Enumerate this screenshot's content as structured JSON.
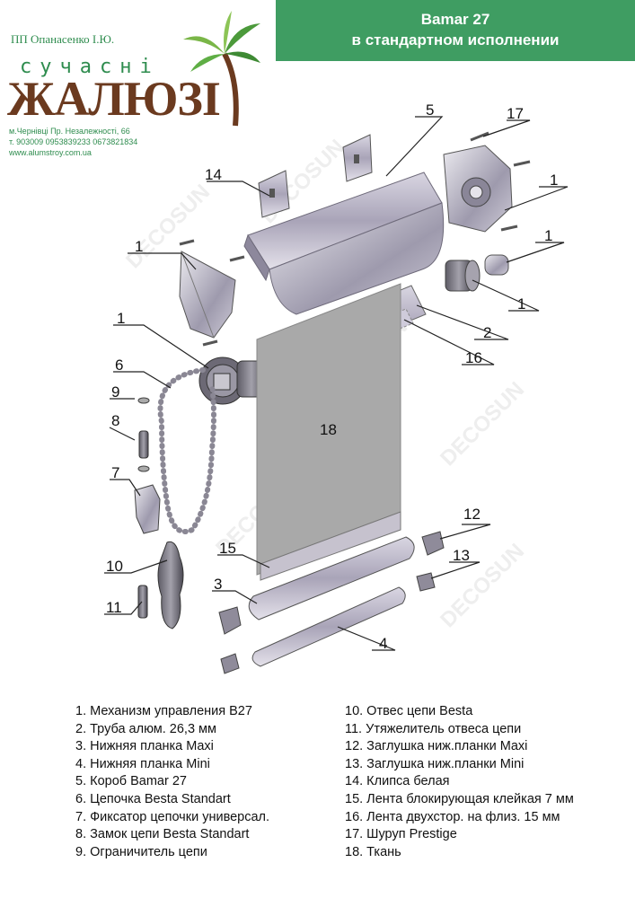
{
  "header": {
    "owner": "ПП Опанасенко І.Ю.",
    "logo_top": "сучасні",
    "logo_main": "ЖАЛЮЗІ",
    "address": "м.Чернівці Пр. Незалежності, 66",
    "phones": "т. 903009  0953839233  0673821834",
    "website": "www.alumstroy.com.ua",
    "title_line1": "Bamar 27",
    "title_line2": "в стандартном исполнении"
  },
  "watermark": "DECOSUN",
  "colors": {
    "header_green": "#3f9d62",
    "logo_green": "#2e8c4e",
    "logo_brown": "#6b3a1f",
    "metal": "#b8b4c4",
    "fabric": "#a9a9a9"
  },
  "callouts": [
    "5",
    "17",
    "1",
    "14",
    "1",
    "1",
    "1",
    "1",
    "2",
    "16",
    "6",
    "9",
    "8",
    "18",
    "7",
    "12",
    "15",
    "13",
    "10",
    "3",
    "11",
    "4"
  ],
  "legend": {
    "left": [
      "1. Механизм управления B27",
      "2. Труба алюм. 26,3 мм",
      "3. Нижняя планка Maxi",
      "4. Нижняя планка Mini",
      "5. Короб Bamar 27",
      "6. Цепочка Besta Standart",
      "7. Фиксатор цепочки универсал.",
      "8. Замок цепи Besta Standart",
      "9. Ограничитель цепи"
    ],
    "right": [
      "10. Отвес цепи Besta",
      "11. Утяжелитель отвеса цепи",
      "12. Заглушка ниж.планки Maxi",
      "13. Заглушка ниж.планки Mini",
      "14. Клипса белая",
      "15. Лента блокирующая клейкая 7 мм",
      "16. Лента двухстор. на флиз. 15 мм",
      "17. Шуруп Prestige",
      "18. Ткань"
    ]
  }
}
